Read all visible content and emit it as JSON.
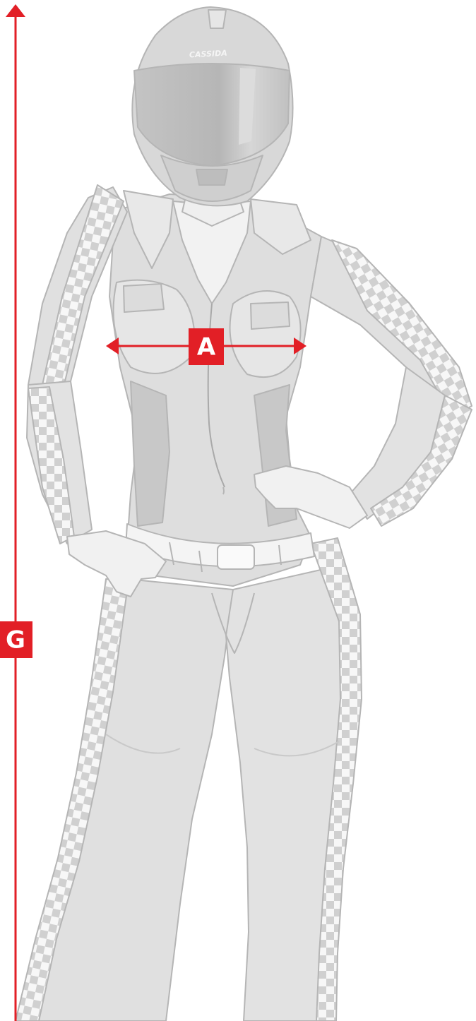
{
  "diagram": {
    "helmet_brand": "CASSIDA",
    "measure_a_label": "A",
    "measure_g_label": "G"
  },
  "colors": {
    "accent": "#e21f26",
    "suit_light": "#e6e6e6",
    "suit_mid": "#d4d4d4",
    "suit_dark": "#c4c4c4",
    "outline": "#b8b8b8",
    "checker": "#cfcfcf",
    "skin": "#efefef",
    "visor": "#bdbdbd"
  }
}
